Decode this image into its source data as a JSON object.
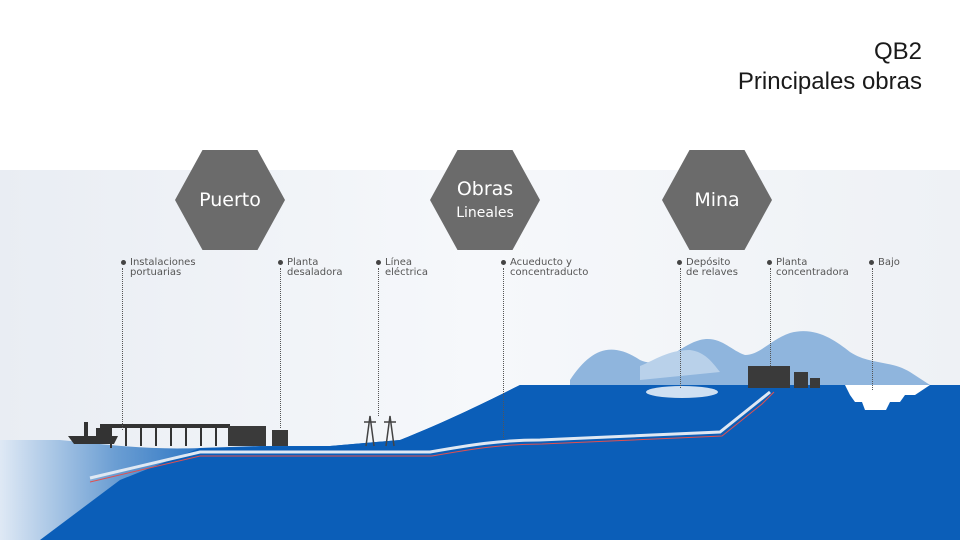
{
  "title": {
    "main": "QB2",
    "sub": "Principales obras"
  },
  "sections": [
    {
      "line1": "Puerto",
      "line2": ""
    },
    {
      "line1": "Obras",
      "line2": "Lineales"
    },
    {
      "line1": "Mina",
      "line2": ""
    }
  ],
  "labels": [
    {
      "line1": "Instalaciones",
      "line2": "portuarias"
    },
    {
      "line1": "Planta",
      "line2": "desaladora"
    },
    {
      "line1": "Línea",
      "line2": "eléctrica"
    },
    {
      "line1": "Acueducto y",
      "line2": "concentraducto"
    },
    {
      "line1": "Depósito",
      "line2": "de relaves"
    },
    {
      "line1": "Planta",
      "line2": "concentradora"
    },
    {
      "line1": "Bajo",
      "line2": ""
    }
  ],
  "colors": {
    "sea": "#0a5fb4",
    "land": "#0b5eb8",
    "mountain": "#7fa9d6",
    "hexagon": "#6b6b6b"
  }
}
